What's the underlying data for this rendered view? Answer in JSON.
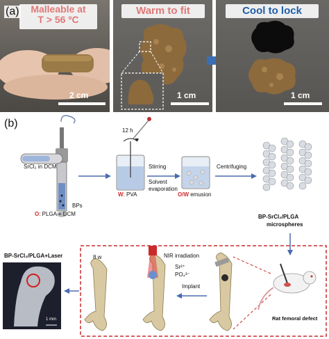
{
  "panel_a": {
    "label": "(a)",
    "tag1": [
      "Malleable at",
      "T > 56 ºC"
    ],
    "tag2": "Warm to fit",
    "tag3": "Cool to lock",
    "scale1": "2 cm",
    "scale2": "1 cm",
    "scale3": "1 cm",
    "colors": {
      "tag_pink": "#e07878",
      "tag_blue": "#1f5fa8",
      "arrow": "#3b6fb4"
    }
  },
  "panel_b": {
    "label": "(b)",
    "srcl2": "SrCl₂ in DCM",
    "bps": "BPs",
    "o_prefix": "O",
    "o_text": ": PLGA + DCM",
    "time": "12 h",
    "w_prefix": "W",
    "w_text": ": PVA",
    "stirring": "Stirring",
    "solvent1": "Solvent",
    "solvent2": "evaporation",
    "ow_prefix": "O/W",
    "ow_text": " emusion",
    "centrifuging": "Centrifuging",
    "micro1": "BP-SrCl₂/PLGA",
    "micro2": "microspheres",
    "result_title": "BP-SrCl₂/PLGA+Laser",
    "weeks": "8 w",
    "nir": "NIR irradiation",
    "ion1": "Sr²⁺",
    "ion2": "PO₄³⁻",
    "implant": "Implant",
    "defect": "Rat femoral defect",
    "ct_scale": "1 mm"
  }
}
